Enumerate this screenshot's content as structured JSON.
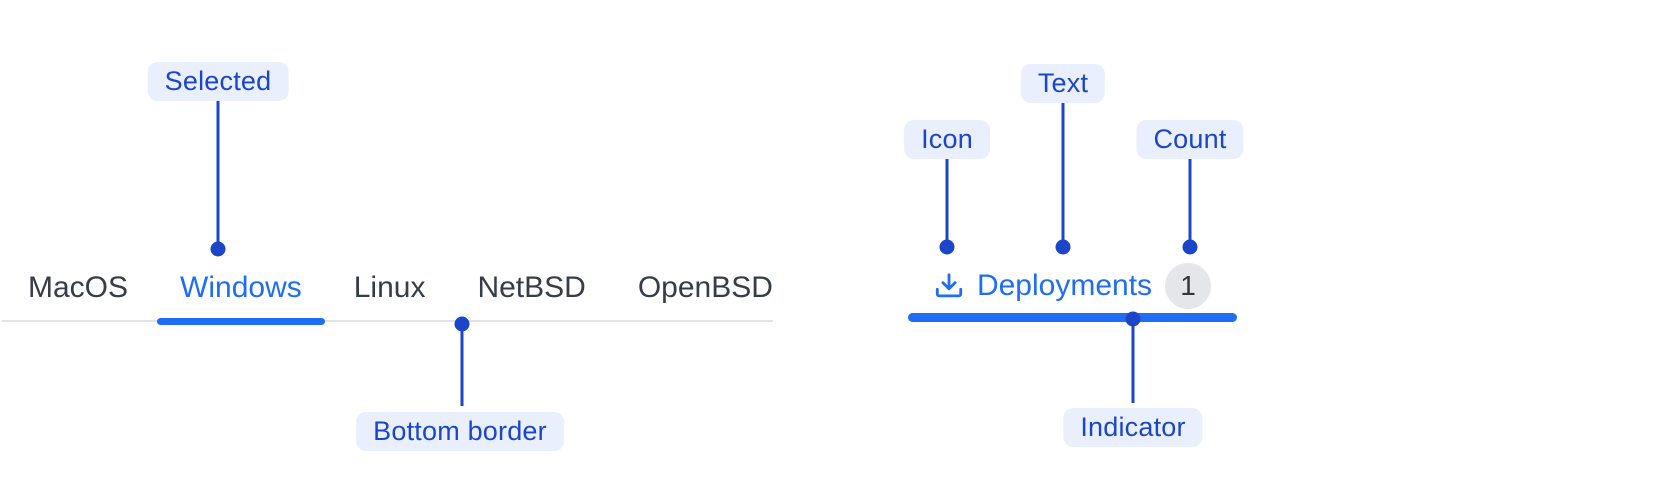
{
  "colors": {
    "accent": "#1f6df4",
    "annotation": "#1c46c9",
    "annotation_bg": "#e9effc",
    "tab_text": "#363c48",
    "border": "#e2e3e7",
    "badge_bg": "#e5e6ea",
    "badge_text": "#32353c"
  },
  "underline_nav": {
    "tabs": [
      "MacOS",
      "Windows",
      "Linux",
      "NetBSD",
      "OpenBSD"
    ],
    "selected_tab": "Windows",
    "annotations": {
      "selected": "Selected",
      "bottom_border": "Bottom border"
    }
  },
  "icon_tab": {
    "icon": "download-icon",
    "label": "Deployments",
    "count": "1",
    "annotations": {
      "icon": "Icon",
      "text": "Text",
      "count": "Count",
      "indicator": "Indicator"
    }
  }
}
